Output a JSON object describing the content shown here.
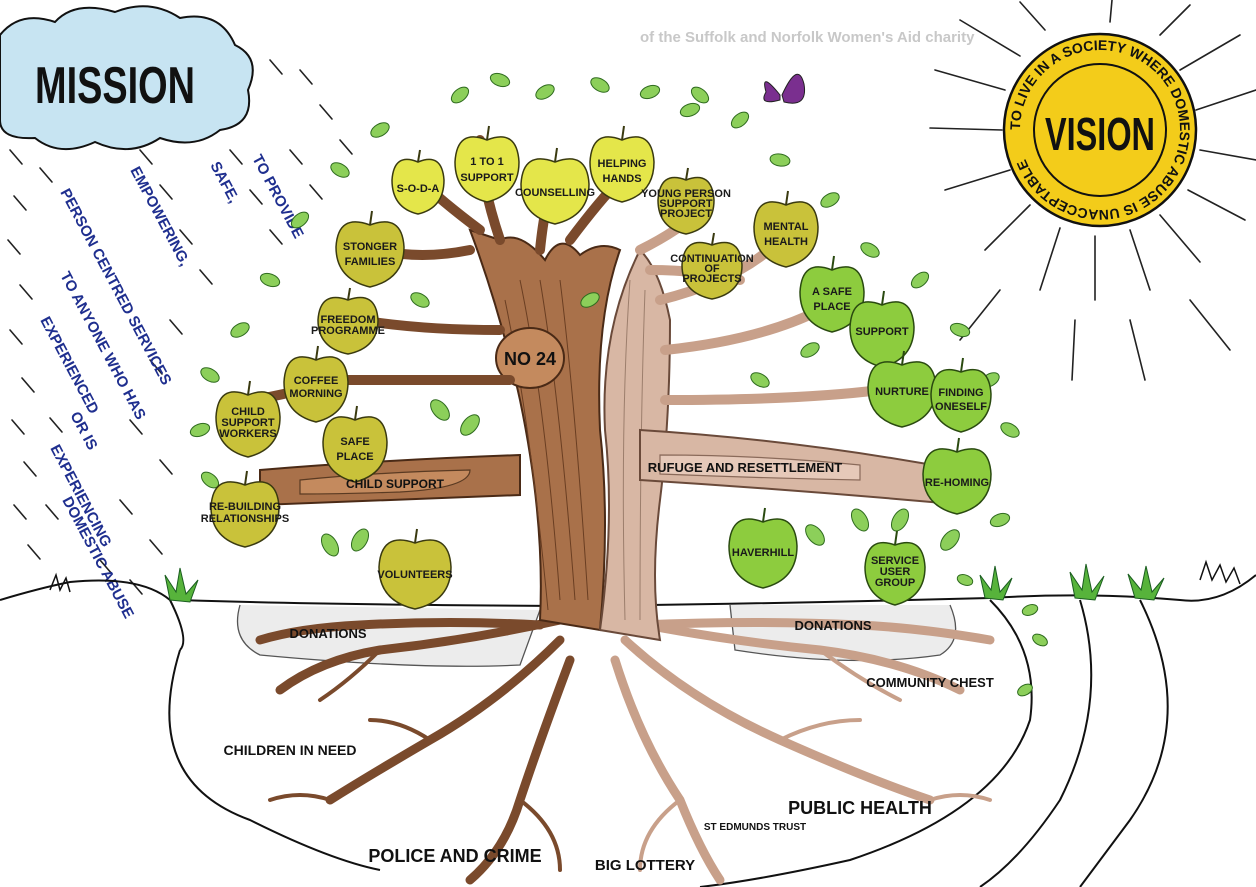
{
  "header_text": "of the Suffolk and Norfolk Women's Aid charity",
  "mission": {
    "title": "MISSION",
    "statement": [
      "TO PROVIDE",
      "SAFE,",
      "EMPOWERING,",
      "PERSON CENTRED SERVICES",
      "TO ANYONE WHO HAS",
      "EXPERIENCED",
      "OR IS",
      "EXPERIENCING",
      "DOMESTIC ABUSE"
    ]
  },
  "vision": {
    "title": "VISION",
    "ring_text": "TO LIVE IN A SOCIETY WHERE DOMESTIC ABUSE IS UNACCEPTABLE"
  },
  "trunk_label": "NO 24",
  "branches": {
    "left": "CHILD SUPPORT",
    "right": "RUFUGE AND RESETTLEMENT"
  },
  "apples": [
    {
      "id": "soda",
      "lines": [
        "S-O-D-A"
      ]
    },
    {
      "id": "one-to-one",
      "lines": [
        "1 TO 1",
        "SUPPORT"
      ]
    },
    {
      "id": "counselling",
      "lines": [
        "COUNSELLING"
      ]
    },
    {
      "id": "helping-hands",
      "lines": [
        "HELPING",
        "HANDS"
      ]
    },
    {
      "id": "young-person",
      "lines": [
        "YOUNG PERSON",
        "SUPPORT",
        "PROJECT"
      ]
    },
    {
      "id": "continuation",
      "lines": [
        "CONTINUATION",
        "OF",
        "PROJECTS"
      ]
    },
    {
      "id": "mental-health",
      "lines": [
        "MENTAL",
        "HEALTH"
      ]
    },
    {
      "id": "stronger-families",
      "lines": [
        "STONGER",
        "FAMILIES"
      ]
    },
    {
      "id": "freedom",
      "lines": [
        "FREEDOM",
        "PROGRAMME"
      ]
    },
    {
      "id": "coffee",
      "lines": [
        "COFFEE",
        "MORNING"
      ]
    },
    {
      "id": "child-support-workers",
      "lines": [
        "CHILD",
        "SUPPORT",
        "WORKERS"
      ]
    },
    {
      "id": "safe-place-left",
      "lines": [
        "SAFE",
        "PLACE"
      ]
    },
    {
      "id": "rebuilding",
      "lines": [
        "RE-BUILDING",
        "RELATIONSHIPS"
      ]
    },
    {
      "id": "volunteers",
      "lines": [
        "VOLUNTEERS"
      ]
    },
    {
      "id": "a-safe-place",
      "lines": [
        "A SAFE",
        "PLACE"
      ]
    },
    {
      "id": "support",
      "lines": [
        "SUPPORT"
      ]
    },
    {
      "id": "nurture",
      "lines": [
        "NURTURE"
      ]
    },
    {
      "id": "finding-oneself",
      "lines": [
        "FINDING",
        "ONESELF"
      ]
    },
    {
      "id": "re-homing",
      "lines": [
        "RE-HOMING"
      ]
    },
    {
      "id": "haverhill",
      "lines": [
        "HAVERHILL"
      ]
    },
    {
      "id": "service-user",
      "lines": [
        "SERVICE",
        "USER",
        "GROUP"
      ]
    }
  ],
  "roots": {
    "donations_left": "DONATIONS",
    "donations_right": "DONATIONS",
    "community_chest": "COMMUNITY CHEST",
    "children_in_need": "CHILDREN IN NEED",
    "public_health": "PUBLIC HEALTH",
    "police_and_crime": "POLICE AND CRIME",
    "big_lottery": "BIG LOTTERY",
    "st_edmunds": "ST EDMUNDS TRUST"
  },
  "colors": {
    "apple_yellow": "#e4e64a",
    "apple_olive": "#c9c23a",
    "apple_green": "#8dcc3e",
    "leaf": "#8ccf5a",
    "trunk": "#a9714a",
    "trunk_dark": "#7a4a2c",
    "trunk_light": "#d8b7a4",
    "mission_text": "#5a2d82",
    "vision_text": "#5a2d82",
    "sun": "#f3cc1a",
    "cloud": "#c7e4f2",
    "rain_text": "#1f2f8f"
  }
}
